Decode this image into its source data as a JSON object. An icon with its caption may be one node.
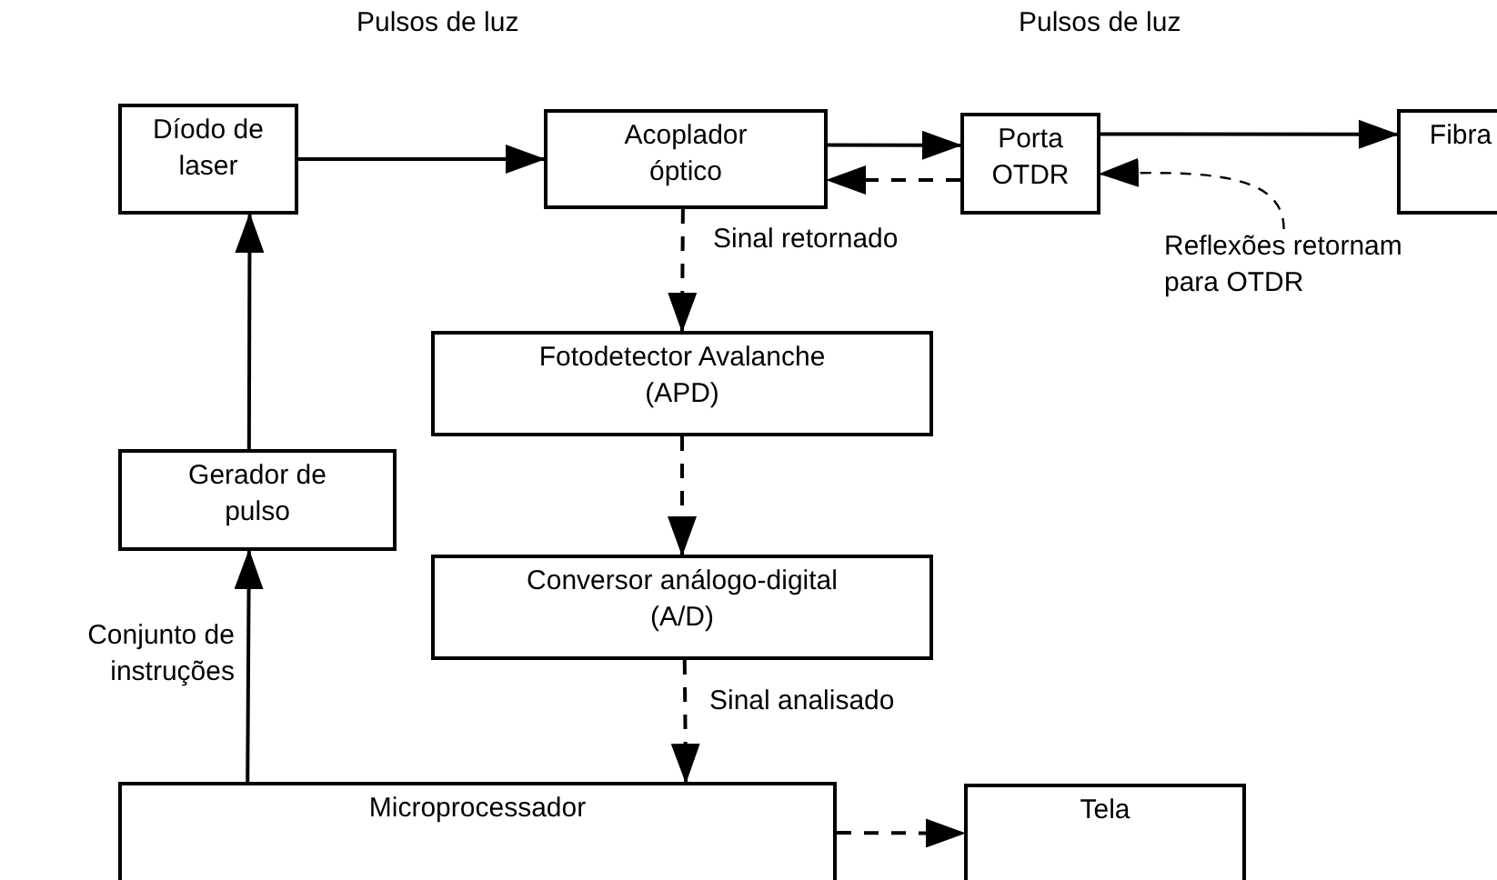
{
  "diagram": {
    "nodes": [
      {
        "text": [
          "Díodo de laser"
        ]
      },
      {
        "text": [
          "Acoplador óptico"
        ]
      },
      {
        "text": [
          "Porta OTDR"
        ]
      },
      {
        "text": [
          "Fibra"
        ]
      },
      {
        "text": [
          "Fotodetector Avalanche (APD)"
        ]
      },
      {
        "text": [
          "Gerador de pulso"
        ]
      },
      {
        "text": [
          "Conversor análogo-digital (A/D)"
        ]
      },
      {
        "text": [
          "Microprocessador"
        ]
      },
      {
        "text": [
          "Tela"
        ]
      },
      {
        "text": [
          "Reflexões retornam para OTDR"
        ]
      }
    ],
    "edges": [
      {
        "from": 0,
        "to": 1,
        "arrow": "to"
      },
      {
        "from": 1,
        "to": 2,
        "arrow": "to"
      },
      {
        "from": 2,
        "to": 3,
        "arrow": "to"
      },
      {
        "from": 2,
        "to": 1,
        "arrow": "to",
        "style": "dashed"
      },
      {
        "from": 9,
        "to": 2,
        "arrow": "to",
        "style": "dashed"
      },
      {
        "from": 1,
        "to": 4,
        "arrow": "to",
        "style": "dashed",
        "label": "Sinal retornado"
      },
      {
        "from": 4,
        "to": 6,
        "arrow": "to",
        "style": "dashed"
      },
      {
        "from": 6,
        "to": 7,
        "arrow": "to",
        "style": "dashed",
        "label": "Sinal analisado"
      },
      {
        "from": 7,
        "to": 5,
        "arrow": "to",
        "label": "Conjunto de instruções"
      },
      {
        "from": 5,
        "to": 0,
        "arrow": "to"
      },
      {
        "from": 7,
        "to": 8,
        "arrow": "to",
        "style": "dashed"
      }
    ],
    "labels": [
      "Pulsos de luz",
      "Pulsos de luz"
    ]
  }
}
